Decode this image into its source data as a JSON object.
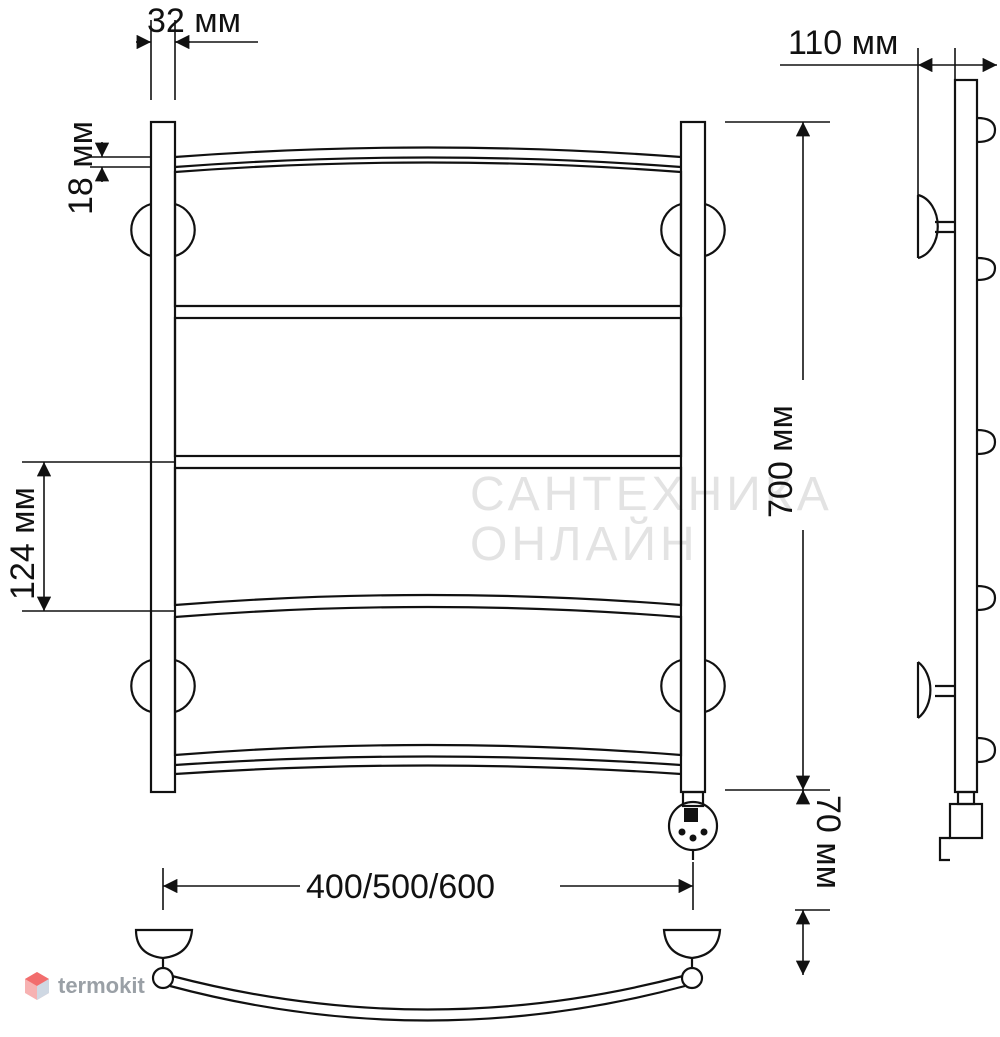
{
  "dimensions": {
    "tube_diameter": "32 мм",
    "depth": "110 мм",
    "top_offset": "18 мм",
    "height": "700 мм",
    "rung_spacing": "124 мм",
    "bottom_offset": "70 мм",
    "width": "400/500/600"
  },
  "watermark": {
    "line1": "САНТЕХНИКА",
    "line2": "ОНЛАЙН"
  },
  "brand": {
    "name": "termokit"
  },
  "colors": {
    "ink": "#111111",
    "watermark": "#e3e3e3",
    "brand_text": "#9aa0a6",
    "brand_logo": "#f26d6d"
  }
}
